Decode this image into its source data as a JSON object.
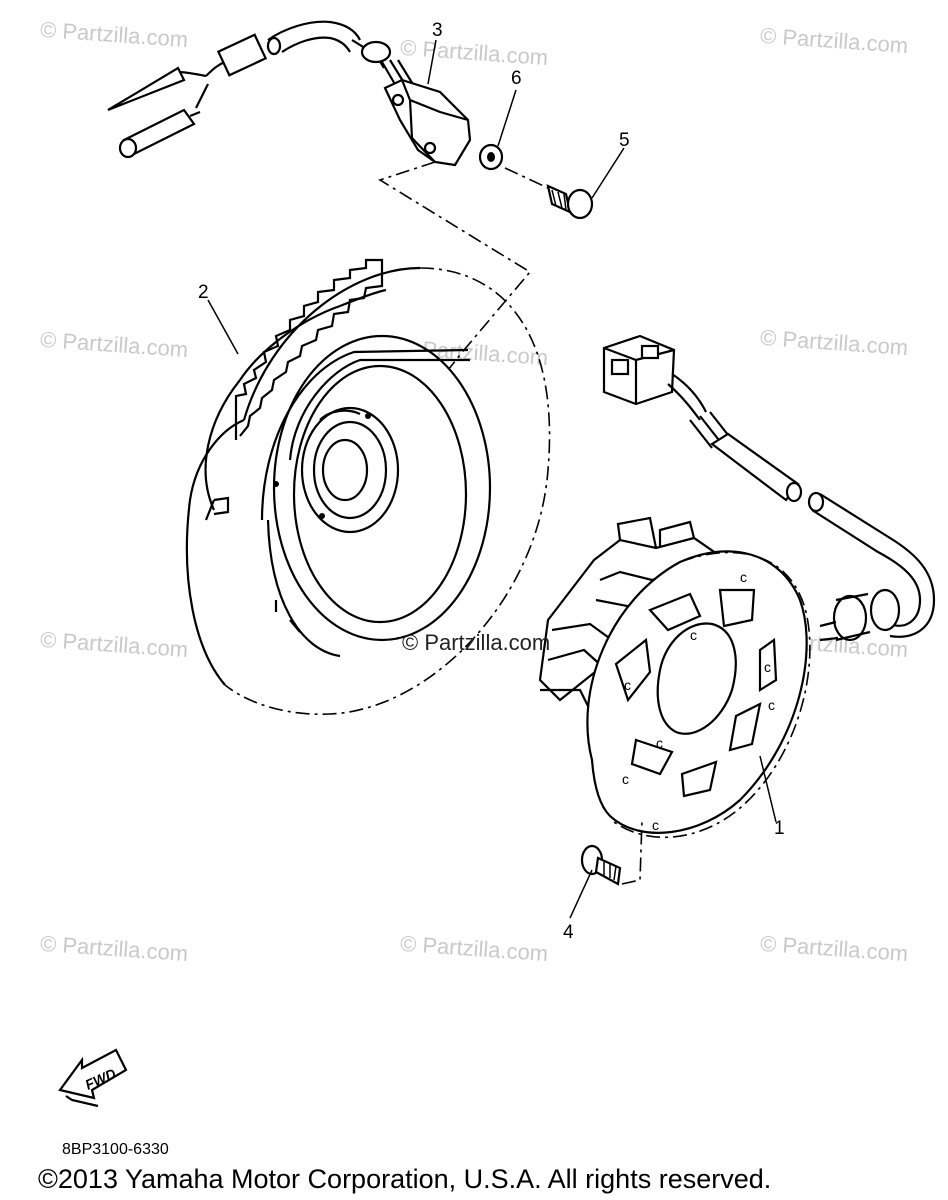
{
  "watermarks": {
    "w1": "© Partzilla.com",
    "w2": "© Partzilla.com",
    "w3": "© Partzilla.com",
    "w4": "© Partzilla.com",
    "w5": "© Partzilla.com",
    "w6": "© Partzilla.com",
    "w7": "© Partzilla.com",
    "w8": "© Partzilla.com",
    "w9": "© Partzilla.com",
    "w10": "© Partzilla.com",
    "w11": "© Partzilla.com",
    "center": "© Partzilla.com"
  },
  "callouts": {
    "c1": "1",
    "c2": "2",
    "c3": "3",
    "c4": "4",
    "c5": "5",
    "c6": "6"
  },
  "fwd_label": "FWD",
  "diagram_code": "8BP3100-6330",
  "copyright": "©2013  Yamaha Motor Corporation, U.S.A. All rights reserved."
}
